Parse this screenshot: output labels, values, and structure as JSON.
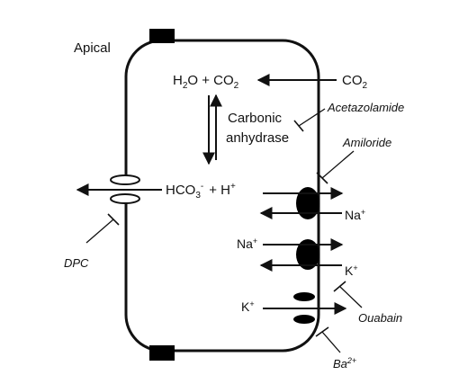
{
  "labels": {
    "apical": "Apical",
    "h2o_co2_prefix": "H",
    "h2o_sub": "2",
    "h2o_co2_mid": "O + CO",
    "co2_sub_a": "2",
    "co2_prefix": "CO",
    "co2_sub_b": "2",
    "carbonic_line1": "Carbonic",
    "carbonic_line2": "anhydrase",
    "acetazolamide": "Acetazolamide",
    "amiloride": "Amiloride",
    "hco3_prefix": "HCO",
    "hco3_sub": "3",
    "hco3_sup": "-",
    "plus_h": "+ H",
    "h_sup": "+",
    "na_1": "Na",
    "na_1_sup": "+",
    "na_2": "Na",
    "na_2_sup": "+",
    "k_1": "K",
    "k_1_sup": "+",
    "k_2": "K",
    "k_2_sup": "+",
    "dpc": "DPC",
    "ouabain": "Ouabain",
    "ba": "Ba",
    "ba_sup": "2+"
  },
  "colors": {
    "stroke": "#111111",
    "fill_dark": "#000000",
    "background": "#ffffff"
  }
}
